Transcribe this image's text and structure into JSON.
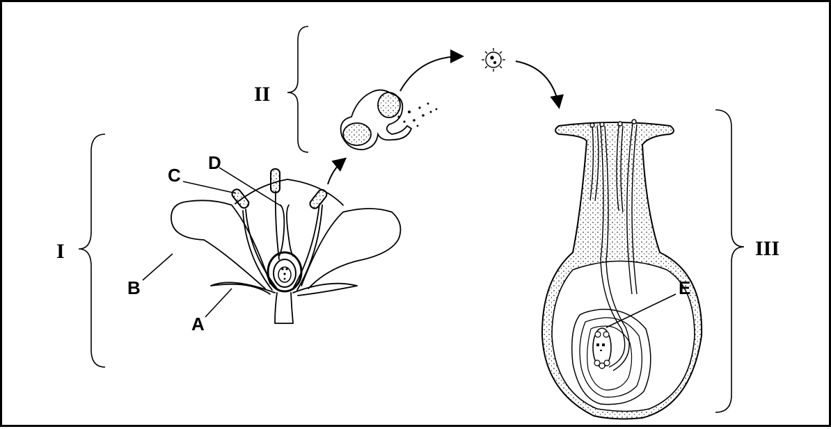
{
  "diagram": {
    "stages": {
      "stage_1": "I",
      "stage_2": "II",
      "stage_3": "III"
    },
    "part_labels": {
      "a": "A",
      "b": "B",
      "c": "C",
      "d": "D",
      "e": "E"
    }
  }
}
